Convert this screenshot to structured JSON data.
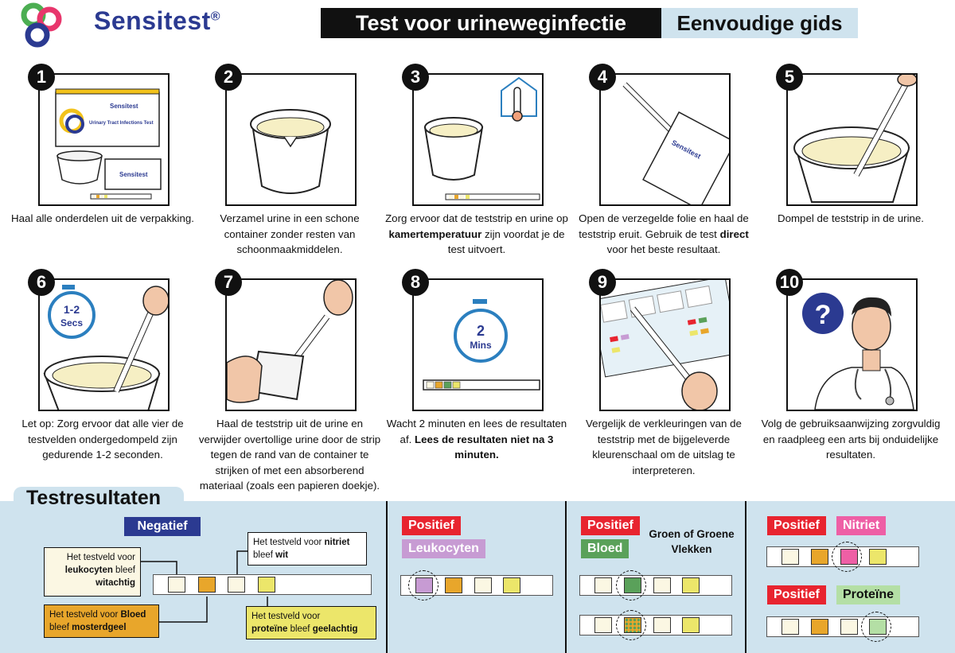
{
  "brand": {
    "name": "Sensitest",
    "reg": "®"
  },
  "header": {
    "title": "Test voor urineweginfectie",
    "subtitle": "Eenvoudige gids"
  },
  "steps": [
    {
      "num": "1",
      "text": "Haal alle onderdelen uit de verpakking."
    },
    {
      "num": "2",
      "text": "Verzamel urine in een schone container zonder resten van schoonmaakmiddelen."
    },
    {
      "num": "3",
      "text_before": "Zorg ervoor dat de teststrip en urine op ",
      "bold": "kamertemperatuur",
      "text_after": " zijn voordat je de test uitvoert."
    },
    {
      "num": "4",
      "text_before": "Open de verzegelde folie en haal de teststrip eruit. Gebruik de test ",
      "bold": "direct",
      "text_after": " voor het beste resultaat."
    },
    {
      "num": "5",
      "text": "Dompel de teststrip in de urine."
    },
    {
      "num": "6",
      "text": "Let op: Zorg ervoor dat alle vier de testvelden ondergedompeld zijn gedurende 1-2 seconden.",
      "timer": "1-2",
      "timer_unit": "Secs"
    },
    {
      "num": "7",
      "text": "Haal de teststrip uit de urine en verwijder overtollige urine door de strip tegen de rand van de container te strijken of met een absorberend materiaal (zoals een papieren doekje)."
    },
    {
      "num": "8",
      "text_before": "Wacht 2 minuten en lees de resultaten af. ",
      "bold": "Lees de resultaten niet na 3 minuten.",
      "text_after": "",
      "timer": "2",
      "timer_unit": "Mins"
    },
    {
      "num": "9",
      "text": "Vergelijk de verkleuringen van de teststrip met de bijgeleverde kleurenschaal om de uitslag te interpreteren."
    },
    {
      "num": "10",
      "text": "Volg de gebruiksaanwijzing zorgvuldig en raadpleeg een arts bij onduidelijke resultaten."
    }
  ],
  "kit": {
    "box_brand": "Sensitest",
    "box_title": "Urinary Tract Infections Test",
    "foil_brand": "Sensitest"
  },
  "results": {
    "title": "Testresultaten",
    "negatief": "Negatief",
    "notes": {
      "leuko": [
        "Het testveld voor",
        "leukocyten",
        " bleef",
        "witachtig"
      ],
      "nitriet": [
        "Het testveld voor ",
        "nitriet",
        "bleef ",
        "wit"
      ],
      "bloed": [
        "Het testveld voor ",
        "Bloed",
        "bleef ",
        "mosterdgeel"
      ],
      "proteine": [
        "Het testveld voor",
        "proteïne",
        " bleef ",
        "geelachtig"
      ]
    },
    "positief": "Positief",
    "leukocyten": "Leukocyten",
    "bloed": "Bloed",
    "groen": "Groen of Groene Vlekken",
    "nitriet": "Nitriet",
    "proteine": "Proteïne"
  },
  "colors": {
    "red": "#e8242f",
    "navy": "#2b3a91",
    "purple": "#c79bd3",
    "green": "#5aa15a",
    "pink": "#ee5fa5",
    "lightgreen": "#b4dfa5",
    "mustard": "#e8a62b",
    "yellow": "#ece66a",
    "offwhite": "#fbf7e3",
    "panel": "#cfe3ee"
  }
}
